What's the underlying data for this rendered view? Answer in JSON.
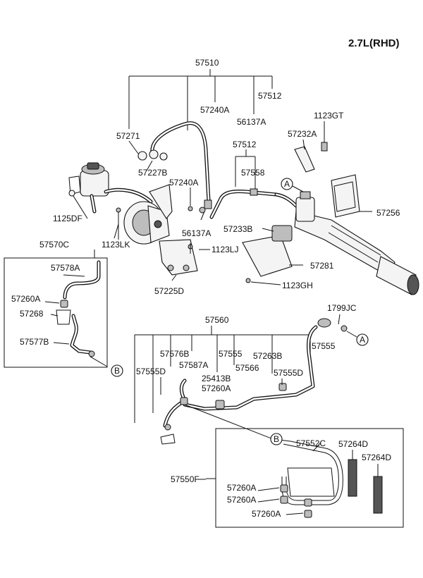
{
  "title": "2.7L(RHD)",
  "refs": {
    "a": "A",
    "b": "B"
  },
  "labels": {
    "p57510": "57510",
    "p57512_top": "57512",
    "p57240a_top": "57240A",
    "p56137a_top": "56137A",
    "p57271": "57271",
    "p1123gt": "1123GT",
    "p57232a": "57232A",
    "p57512_mid": "57512",
    "p57558": "57558",
    "p57227b": "57227B",
    "p57240a_mid": "57240A",
    "p1125df": "1125DF",
    "p56137a_mid": "56137A",
    "p57256": "57256",
    "p57233b": "57233B",
    "p1123lk": "1123LK",
    "p1123lj": "1123LJ",
    "p57570c": "57570C",
    "p57578a": "57578A",
    "p57281": "57281",
    "p57225d": "57225D",
    "p1123gh": "1123GH",
    "p57260a_left": "57260A",
    "p57268": "57268",
    "p1799jc": "1799JC",
    "p57560": "57560",
    "p57555_right": "57555",
    "p57577b": "57577B",
    "p57576b": "57576B",
    "p57555_mid": "57555",
    "p57263b": "57263B",
    "p57587a": "57587A",
    "p57566": "57566",
    "p57555d_left": "57555D",
    "p57555d_right": "57555D",
    "p25413b": "25413B",
    "p57260a_center": "57260A",
    "p57552c": "57552C",
    "p57264d_a": "57264D",
    "p57264d_b": "57264D",
    "p57550f": "57550F",
    "p57260a_b1": "57260A",
    "p57260a_b2": "57260A",
    "p57260a_b3": "57260A"
  }
}
